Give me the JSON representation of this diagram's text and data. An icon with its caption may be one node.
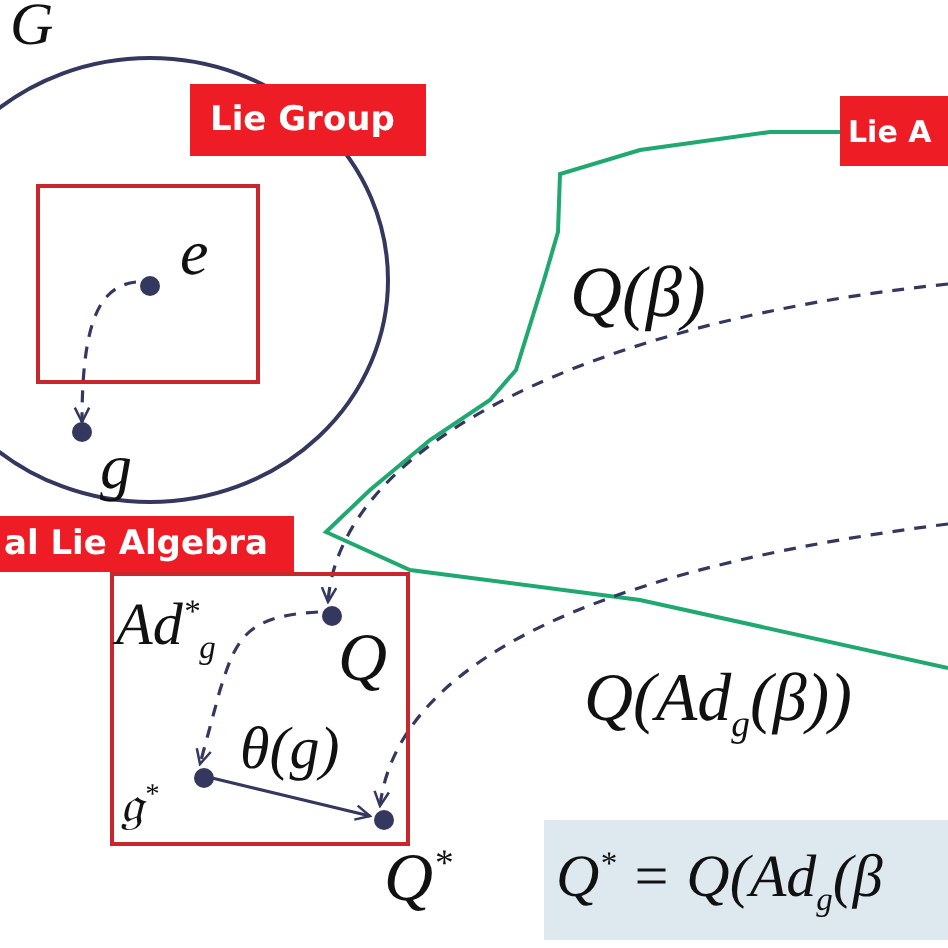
{
  "diagram": {
    "nodes": [
      {
        "text": [
          "G"
        ]
      },
      {
        "text": [
          "Lie Group"
        ]
      },
      {
        "text": [],
        "shape": "box",
        "in": 0
      },
      {
        "text": [
          "e"
        ],
        "in": 2
      },
      {
        "text": [
          "g"
        ],
        "in": 0
      },
      {
        "text": [
          "Lie A"
        ]
      },
      {
        "text": [
          "al Lie Algebra"
        ]
      },
      {
        "text": [],
        "shape": "box"
      },
      {
        "text": [
          "Q"
        ],
        "in": 7
      },
      {
        "text": [
          "𝔤$^{*}$"
        ],
        "in": 7
      },
      {
        "text": [
          "Q$^{*}$"
        ],
        "in": 7
      }
    ],
    "edges": [
      {
        "from": 3,
        "to": 4,
        "arrow": "to",
        "style": "dashed"
      },
      {
        "from": null,
        "to": 8,
        "arrow": "to",
        "style": "dashed"
      },
      {
        "from": null,
        "to": 10,
        "arrow": "to",
        "style": "dashed"
      },
      {
        "from": 8,
        "to": 9,
        "arrow": "to",
        "style": "dashed",
        "label": "Ad$^{*}$$_{g}$"
      },
      {
        "from": 9,
        "to": 10,
        "arrow": "to",
        "label": "θ(g)"
      }
    ],
    "labels": [
      "Q(β)",
      "Q(Ad$_{g}$(β))",
      "Q$^{*}$ = Q(Ad$_{g}$(β"
    ]
  }
}
